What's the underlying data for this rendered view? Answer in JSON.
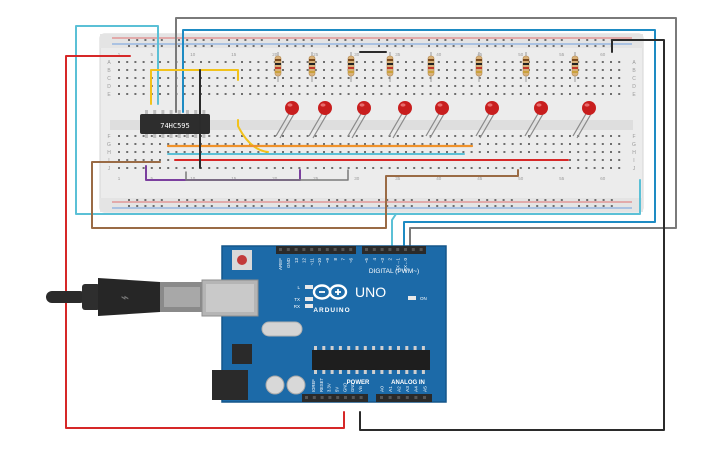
{
  "breadboard": {
    "row_letters_left": [
      "A",
      "B",
      "C",
      "D",
      "E",
      "F",
      "G",
      "H",
      "I",
      "J"
    ],
    "row_letters_right": [
      "A",
      "B",
      "C",
      "D",
      "E",
      "F",
      "G",
      "H",
      "I",
      "J"
    ],
    "column_numbers_top": [
      "1",
      "5",
      "10",
      "15",
      "20",
      "25",
      "30",
      "35",
      "40",
      "45",
      "50",
      "55",
      "60"
    ],
    "column_numbers_bottom": [
      "1",
      "5",
      "10",
      "15",
      "20",
      "25",
      "30",
      "35",
      "40",
      "45",
      "50",
      "55",
      "60"
    ]
  },
  "chip": {
    "label": "74HC595"
  },
  "leds": {
    "count": 8,
    "color": "#c81e1e"
  },
  "resistors": {
    "count": 8
  },
  "arduino": {
    "brand": "ARDUINO",
    "model": "UNO",
    "digital_header": "DIGITAL (PWM~)",
    "power_label": "POWER",
    "analog_label": "ANALOG IN",
    "on_label": "ON",
    "l_label": "L",
    "tx_label": "TX",
    "rx_label": "RX",
    "digital_pins": [
      "AREF",
      "GND",
      "13",
      "12",
      "~11",
      "~10",
      "~9",
      "8",
      "7",
      "~6",
      "~5",
      "4",
      "~3",
      "2",
      "TX→1",
      "RX←0"
    ],
    "power_pins": [
      "IOREF",
      "RESET",
      "3.3V",
      "5V",
      "GND",
      "GND",
      "Vin"
    ],
    "analog_pins": [
      "A0",
      "A1",
      "A2",
      "A3",
      "A4",
      "A5"
    ]
  },
  "wire_colors": {
    "red": "#d62828",
    "black": "#2b2b2b",
    "gray": "#7a7a7a",
    "blue": "#1e8bc3",
    "cyan": "#5bc0d6",
    "yellow": "#f2c21b",
    "orange": "#f0922b",
    "purple": "#7b3f9e",
    "brown": "#9a6b45"
  }
}
